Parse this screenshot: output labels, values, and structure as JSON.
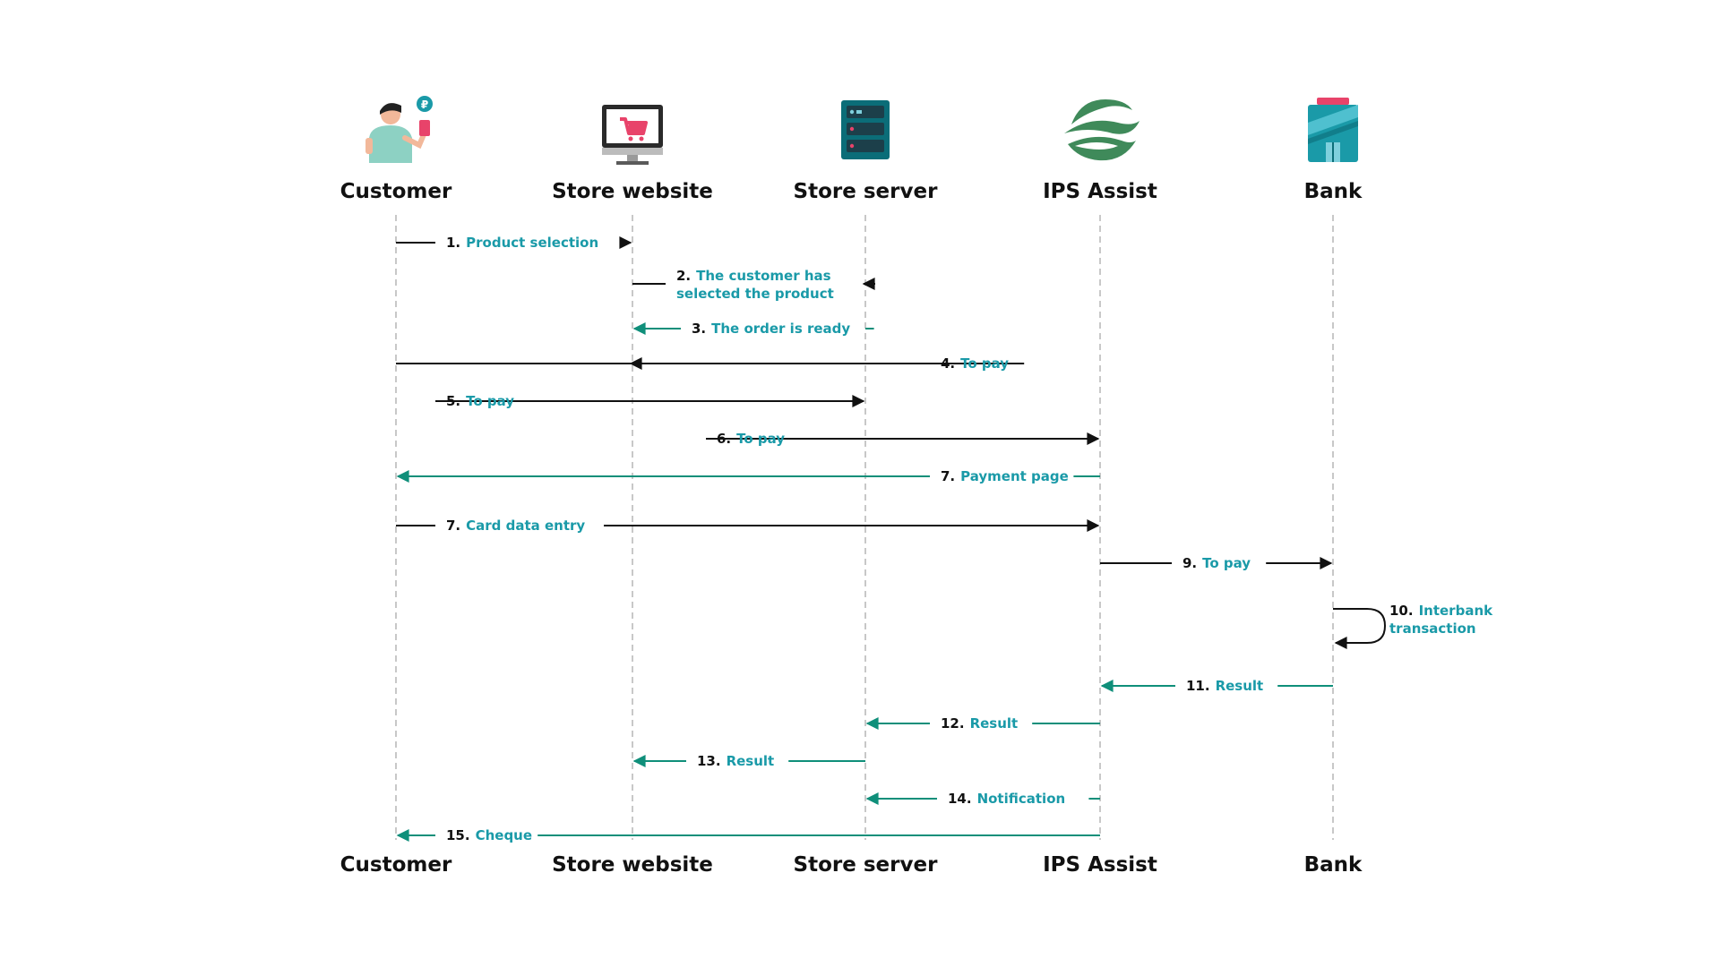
{
  "colors": {
    "teal": "#1a9aa8",
    "green": "#0f8f7a",
    "black": "#111111",
    "lifeline": "#b5b5b5",
    "ips_logo": "#3f8a5a",
    "bank_red": "#e8436a",
    "cart_red": "#e8436a"
  },
  "actors": [
    {
      "id": "customer",
      "label": "Customer",
      "icon": "customer-icon"
    },
    {
      "id": "store-website",
      "label": "Store website",
      "icon": "monitor-cart-icon"
    },
    {
      "id": "store-server",
      "label": "Store server",
      "icon": "server-icon"
    },
    {
      "id": "ips-assist",
      "label": "IPS Assist",
      "icon": "ips-assist-logo"
    },
    {
      "id": "bank",
      "label": "Bank",
      "icon": "bank-icon"
    }
  ],
  "messages": [
    {
      "num": "1.",
      "text": [
        "Product selection"
      ],
      "from": 0,
      "to": 1,
      "color": "black"
    },
    {
      "num": "2.",
      "text": [
        "The customer has",
        "selected the product"
      ],
      "from": 1,
      "to": 2,
      "color": "black"
    },
    {
      "num": "3.",
      "text": [
        "The order is ready"
      ],
      "from": 2,
      "to": 1,
      "color": "green"
    },
    {
      "num": "4.",
      "text": [
        "To pay"
      ],
      "from": 0,
      "to": 1,
      "color": "black"
    },
    {
      "num": "5.",
      "text": [
        "To pay"
      ],
      "from": 1,
      "to": 2,
      "color": "black"
    },
    {
      "num": "6.",
      "text": [
        "To pay"
      ],
      "from": 2,
      "to": 3,
      "color": "black"
    },
    {
      "num": "7.",
      "text": [
        "Payment page"
      ],
      "from": 3,
      "to": 0,
      "color": "green"
    },
    {
      "num": "7.",
      "text": [
        "Card data entry"
      ],
      "from": 0,
      "to": 3,
      "color": "black"
    },
    {
      "num": "9.",
      "text": [
        "To pay"
      ],
      "from": 3,
      "to": 4,
      "color": "black"
    },
    {
      "num": "10.",
      "text": [
        "Interbank",
        "transaction"
      ],
      "from": 4,
      "to": 4,
      "color": "black"
    },
    {
      "num": "11.",
      "text": [
        "Result"
      ],
      "from": 4,
      "to": 3,
      "color": "green"
    },
    {
      "num": "12.",
      "text": [
        "Result"
      ],
      "from": 3,
      "to": 2,
      "color": "green"
    },
    {
      "num": "13.",
      "text": [
        "Result"
      ],
      "from": 2,
      "to": 1,
      "color": "green"
    },
    {
      "num": "14.",
      "text": [
        "Notification"
      ],
      "from": 3,
      "to": 2,
      "color": "green"
    },
    {
      "num": "15.",
      "text": [
        "Cheque"
      ],
      "from": 3,
      "to": 0,
      "color": "green"
    }
  ]
}
